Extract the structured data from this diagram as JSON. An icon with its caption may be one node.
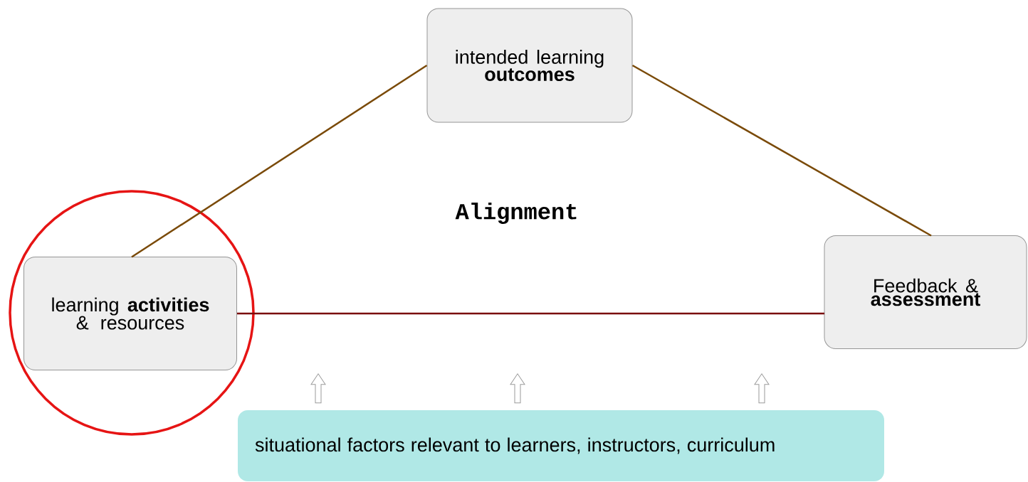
{
  "diagram": {
    "nodes": [
      {
        "text": [
          "intended learning **outcomes**"
        ]
      },
      {
        "text": [
          "learning **activities** & resources"
        ]
      },
      {
        "text": [
          "Feedback & **assessment**"
        ]
      },
      {
        "text": [
          "situational factors relevant to learners, instructors, curriculum"
        ]
      }
    ],
    "edges": [
      {
        "from": 0,
        "to": 1,
        "arrow": "none"
      },
      {
        "from": 0,
        "to": 2,
        "arrow": "none"
      },
      {
        "from": 1,
        "to": 2,
        "arrow": "none",
        "color": "#7a0c0c"
      },
      {
        "from": 3,
        "to": null,
        "arrow": "to",
        "color": "#9a9a9a"
      },
      {
        "from": 3,
        "to": null,
        "arrow": "to",
        "color": "#9a9a9a"
      },
      {
        "from": 3,
        "to": null,
        "arrow": "to",
        "color": "#9a9a9a"
      }
    ],
    "labels": [
      "Alignment"
    ]
  }
}
